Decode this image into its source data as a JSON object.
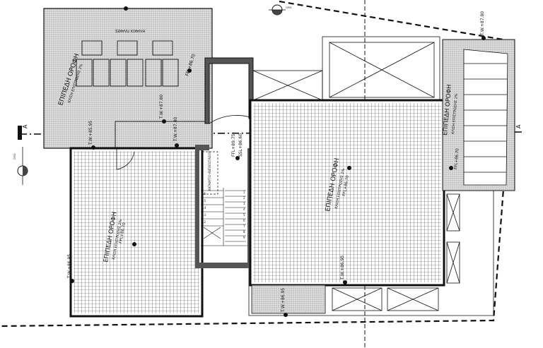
{
  "colors": {
    "line": "#111111",
    "hatch": "#d9d9d9",
    "grid": "#3a3a3a",
    "paper": "#ffffff"
  },
  "section_mark": "A",
  "roofs": {
    "top_left": {
      "title": "ΕΠΙΠΕΔΗ ΟΡΟΦΗ",
      "slope": "ΚΛΙΣΗ ΕΠΙΣΤΡΩΣΗΣ 2%",
      "level": "FFL+86.70",
      "upper_note": "ΗΛΙΑΚΟΙ ΠΛΑΚΕΣ"
    },
    "left": {
      "title": "ΕΠΙΠΕΔΗ ΟΡΟΦΗ",
      "slope": "ΚΛΙΣΗ ΕΠΙΣΤΡΩΣΗΣ 2%",
      "level": "FFL+86.70"
    },
    "center": {
      "title": "ΕΠΙΠΕΔΗ ΟΡΟΦΗ",
      "slope": "ΚΛΙΣΗ ΕΠΙΣΤΡΩΣΗΣ 2%",
      "level": "FFL+86.70"
    },
    "right": {
      "title": "ΕΠΙΠΕΔΗ ΟΡΟΦΗ",
      "slope": "ΚΛΙΣΗ ΕΠΙΣΤΡΩΣΗΣ 2%",
      "level": "FFL+86.70"
    }
  },
  "levels": {
    "tw_top_right": "T.W.+87.80",
    "tw_mid_left": "T.W.+87.80",
    "tw_mid_left2": "T.W.+87.80",
    "tw_top_left_b": "T.W.+85.95",
    "tw_left_bottom": "T.W.+86.95",
    "tw_center_bottom": "T.W.+86.95",
    "tw_bottom_small": "T.W.+86.95",
    "ffl_stair": "FFL+89.75",
    "ssl_stair": "SSL+86.60"
  },
  "stair": {
    "label": "ΚΑΤΑΦΥΓΙΟ ΑΝΤΛΙΟΣΤΑΣΙΟΥ",
    "steps": [
      "1",
      "2",
      "3",
      "4",
      "5",
      "6",
      "7",
      "8",
      "9",
      "10",
      "11",
      "12",
      "13",
      "14",
      "15",
      "16"
    ]
  },
  "north": {
    "top": "ΟΡΙΟ",
    "left": "ΟΡΙΟ"
  }
}
